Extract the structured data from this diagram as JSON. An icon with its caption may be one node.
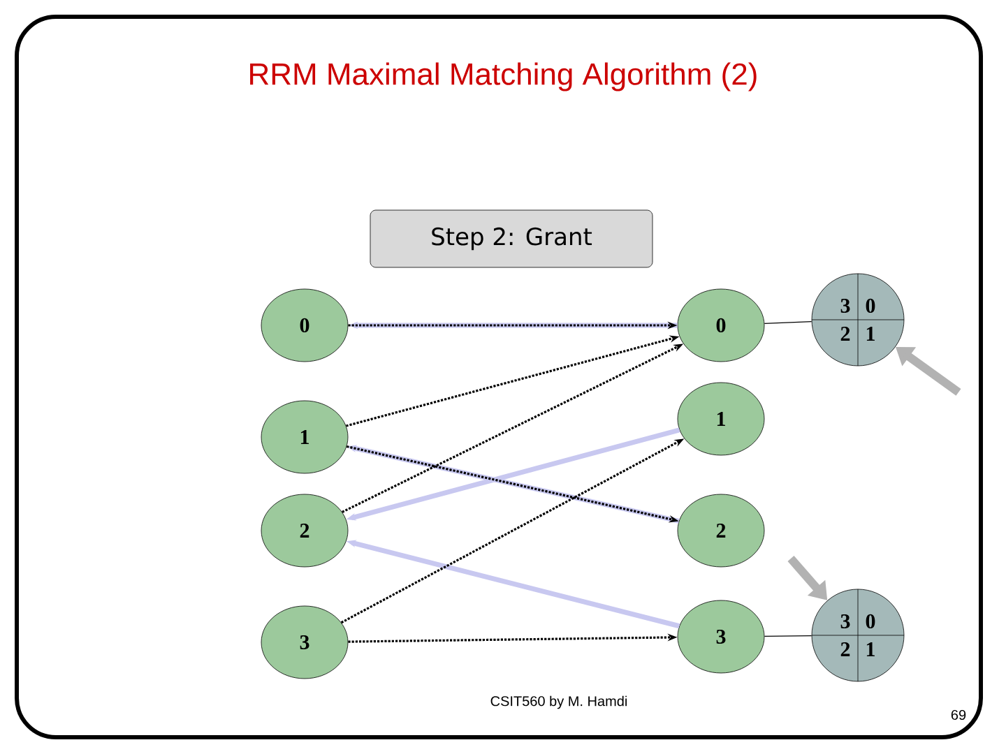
{
  "diagram": {
    "title": "RRM Maximal Matching Algorithm (2)",
    "nodes": [
      {
        "text": [
          "Step 2: Grant"
        ]
      },
      {
        "text": [
          "0"
        ]
      },
      {
        "text": [
          "1"
        ]
      },
      {
        "text": [
          "2"
        ]
      },
      {
        "text": [
          "3"
        ]
      },
      {
        "text": [
          "0"
        ]
      },
      {
        "text": [
          "1"
        ]
      },
      {
        "text": [
          "2"
        ]
      },
      {
        "text": [
          "3"
        ]
      },
      {
        "text": [
          "3",
          "0",
          "2",
          "1"
        ]
      },
      {
        "text": [
          "3",
          "0",
          "2",
          "1"
        ]
      }
    ],
    "edges": [
      {
        "from": 1,
        "to": 5,
        "arrow": "to",
        "style": "dashed"
      },
      {
        "from": 2,
        "to": 5,
        "arrow": "to",
        "style": "dashed"
      },
      {
        "from": 3,
        "to": 5,
        "arrow": "to",
        "style": "dashed"
      },
      {
        "from": 4,
        "to": 6,
        "arrow": "to",
        "style": "dashed"
      },
      {
        "from": 2,
        "to": 7,
        "arrow": "to",
        "style": "dashed"
      },
      {
        "from": 4,
        "to": 8,
        "arrow": "to",
        "style": "dashed"
      },
      {
        "from": 5,
        "to": 1,
        "arrow": "to",
        "style": "thick",
        "color": "#c8c8f0"
      },
      {
        "from": 6,
        "to": 3,
        "arrow": "to",
        "style": "thick",
        "color": "#c8c8f0"
      },
      {
        "from": 7,
        "to": 2,
        "arrow": "to",
        "style": "thick",
        "color": "#c8c8f0"
      },
      {
        "from": 8,
        "to": 3,
        "arrow": "to",
        "style": "thick",
        "color": "#c8c8f0"
      },
      {
        "from": 5,
        "to": 9,
        "arrow": "none"
      },
      {
        "from": 8,
        "to": 10,
        "arrow": "none"
      },
      {
        "from": null,
        "to": 9,
        "arrow": "to",
        "style": "thick",
        "color": "#b2b2b2"
      },
      {
        "from": null,
        "to": 10,
        "arrow": "to",
        "style": "thick",
        "color": "#b2b2b2"
      }
    ],
    "labels": [
      "CSIT560 by M. Hamdi",
      "69"
    ]
  }
}
